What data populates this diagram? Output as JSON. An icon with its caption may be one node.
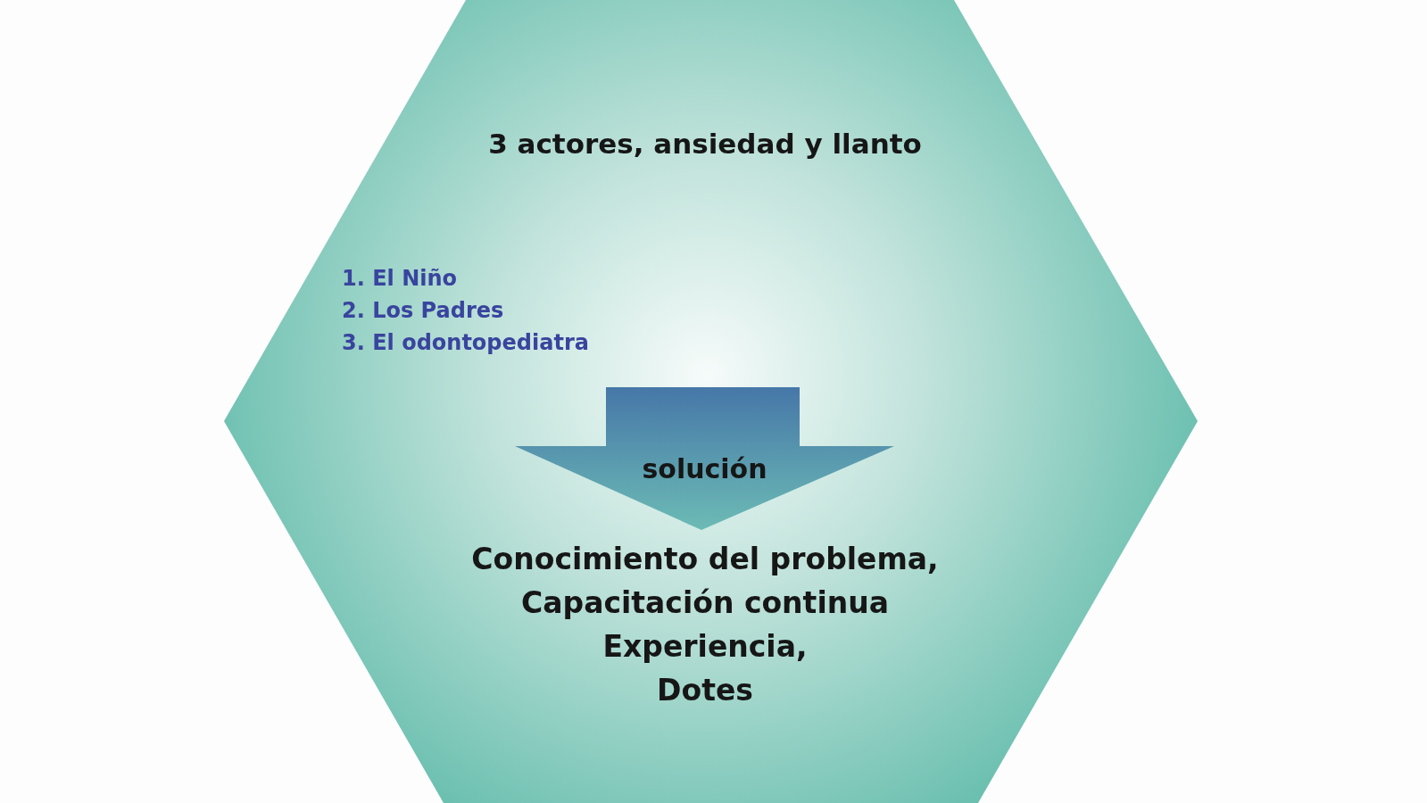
{
  "diagram": {
    "nodes": [
      {
        "text": [
          "3 actores, ansiedad y llanto",
          "1. El Niño",
          "2. Los Padres",
          "3. El odontopediatra",
          "Conocimiento del problema,",
          "Capacitación continua",
          "Experiencia,",
          "Dotes"
        ]
      },
      {
        "text": [
          "solución"
        ],
        "in": 0
      }
    ]
  }
}
